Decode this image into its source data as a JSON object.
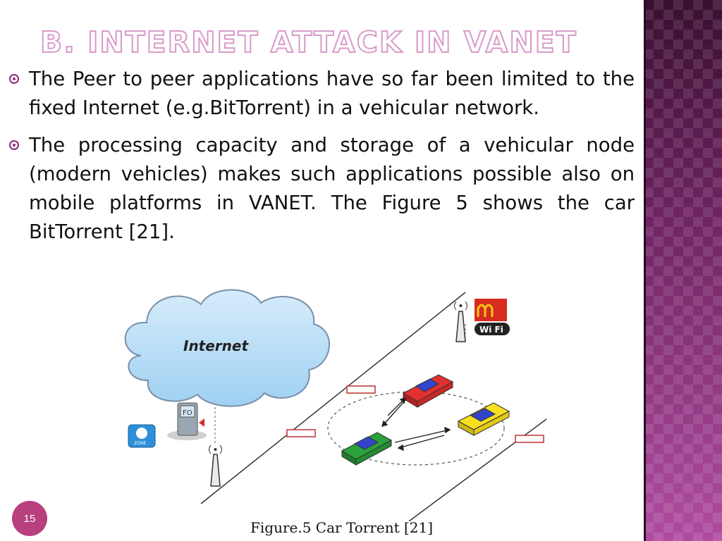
{
  "slide": {
    "title": "B. Internet attack in VANET",
    "bullets": [
      "The Peer to peer applications have so far been limited to the fixed Internet (e.g.BitTorrent) in a vehicular network.",
      "The processing capacity and storage of a vehicular node (modern vehicles) makes such applications possible also on mobile platforms in VANET. The Figure 5 shows the car BitTorrent [21]."
    ],
    "page_number": "15"
  },
  "figure": {
    "cloud_label": "Internet",
    "atm_label": "FO",
    "wifi_label": "Wi Fi",
    "zone_label": "ZONE",
    "caption": "Figure.5 Car Torrent [21]"
  },
  "colors": {
    "accent": "#b8407e",
    "title_outline": "#d99ac9",
    "sidebar_top": "#3a0f31",
    "sidebar_bottom": "#b04ca0"
  }
}
